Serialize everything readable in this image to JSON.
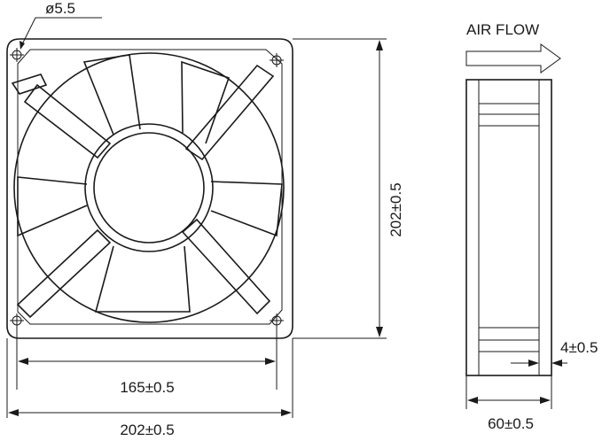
{
  "dimensions": {
    "hole_diameter": "ø5.5",
    "frame_height": "202±0.5",
    "mounting_spacing": "165±0.5",
    "frame_width": "202±0.5",
    "side_depth": "60±0.5",
    "flange_thickness": "4±0.5"
  },
  "side_view": {
    "airflow_label": "AIR FLOW"
  }
}
